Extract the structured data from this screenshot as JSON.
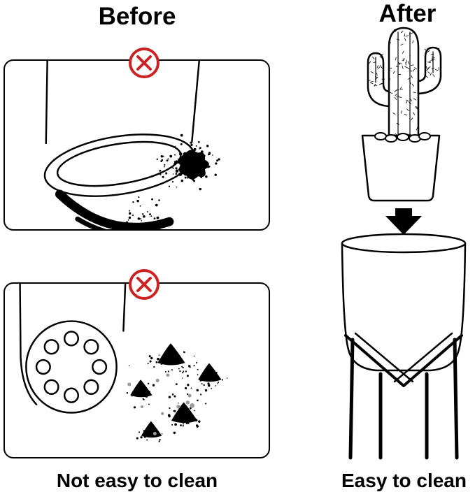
{
  "layout": "before-after-comparison",
  "before": {
    "title": "Before",
    "caption": "Not easy to clean",
    "panels": [
      {
        "name": "spilled-pot",
        "badge": "prohibition"
      },
      {
        "name": "drainage-holes-mess",
        "badge": "prohibition"
      }
    ]
  },
  "after": {
    "title": "After",
    "caption": "Easy to clean"
  },
  "icons": {
    "prohibition": "circle-with-x"
  },
  "colors": {
    "prohibition_red": "#cc2222",
    "ink": "#000000",
    "background": "#ffffff",
    "dirt_gray": "#9a9a9a"
  }
}
